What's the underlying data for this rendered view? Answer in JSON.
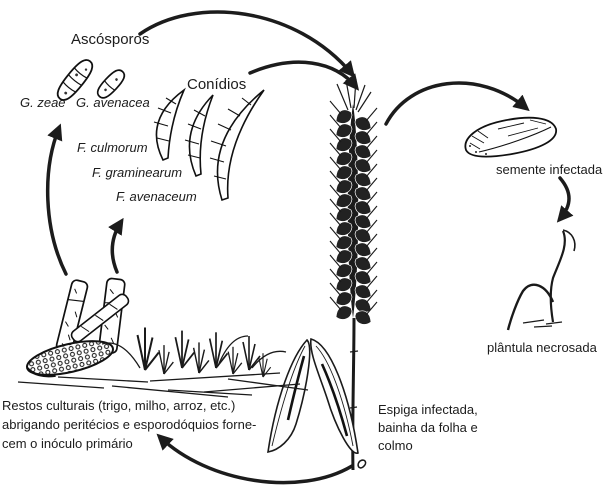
{
  "diagram": {
    "type": "plant-disease-cycle",
    "background": "#ffffff",
    "ink_color": "#1c1c1c",
    "labels": {
      "ascosporos": "Ascósporos",
      "g_zeae": "G. zeae",
      "g_avenacea": "G. avenacea",
      "conidios": "Conídios",
      "f_culmorum": "F. culmorum",
      "f_graminearum": "F. graminearum",
      "f_avenaceum": "F. avenaceum",
      "semente_infectada": "semente infectada",
      "plantula_necrosada": "plântula necrosada",
      "espiga_infectada": "Espiga infectada,\nbainha da folha e\ncolmo",
      "restos_culturais": "Restos culturais (trigo, milho, arroz, etc.)\nabrigando peritécios e esporodóquios forne-\ncem o inóculo primário"
    },
    "illustrations": [
      "ascospore-g-zeae-icon",
      "ascospore-g-avenacea-icon",
      "conidium-f-culmorum-icon",
      "conidium-f-graminearum-icon",
      "conidium-f-avenaceum-icon",
      "wheat-spike-icon",
      "infected-seed-icon",
      "necrotic-seedling-icon",
      "crop-residue-icon"
    ],
    "arrows": [
      "ascospores-to-spike",
      "conidia-to-spike",
      "spike-to-seed",
      "seed-to-seedling",
      "spike-base-to-residue",
      "residue-to-ascospores",
      "residue-to-conidia"
    ]
  }
}
